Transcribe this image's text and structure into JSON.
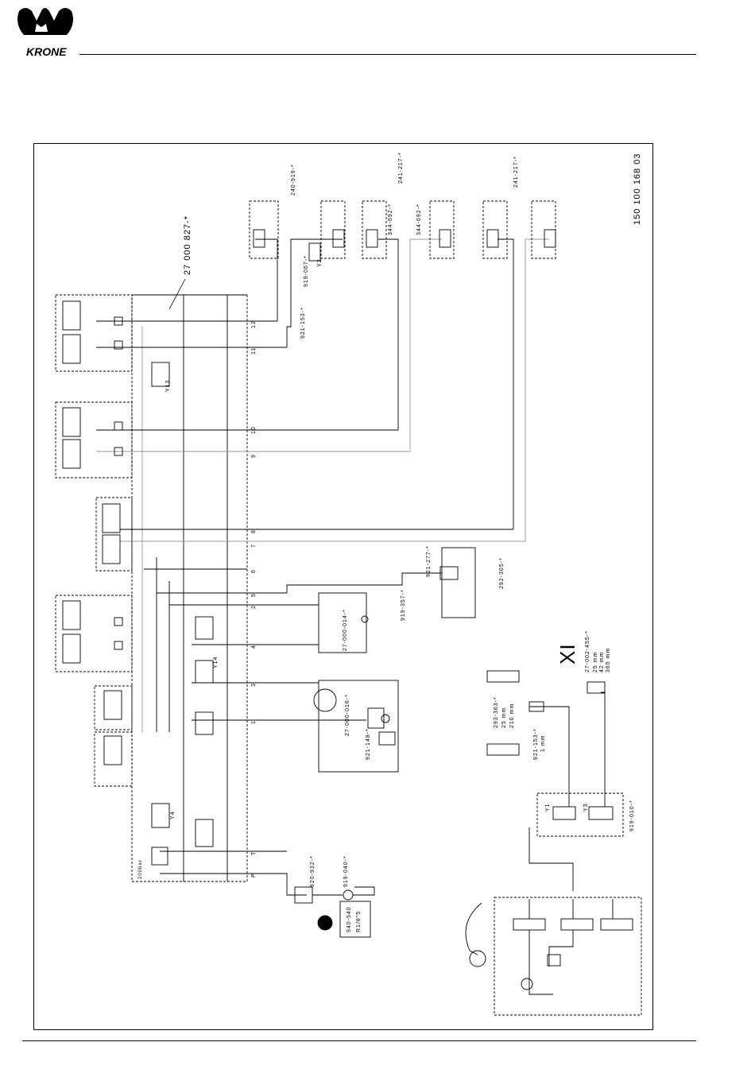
{
  "brand": {
    "name": "KRONE"
  },
  "drawing_number": "150 100 168 03",
  "labels": {
    "main_block": "27 000 827-*",
    "cyl1": "240-919-*",
    "cyl2": "241-217-*",
    "cyl3": "241-217-*",
    "cyl_sub1": "344-692-*",
    "cyl_sub2": "344-692-*",
    "valve_919067": "919-067-*",
    "valve_921153": "921-153-*",
    "valve_921277": "921-277-*",
    "valve_919357": "919-357-*",
    "part_292305": "292-305-*",
    "motor_27000016": "27-000-016-*",
    "motor_27000014": "27-000-014-*",
    "valve_921148": "921-148-*",
    "valve_920932": "920-932-*",
    "valve_919040": "919-040-*",
    "box_line1": "940-540",
    "box_line2": "R1/8\"5",
    "cutter_num": "XI",
    "cutter_part": "27-002-455-*",
    "cutter_dims": [
      "25 mm",
      "42 mm",
      "365 mm"
    ],
    "part_293363": "293-363-*",
    "part_293363_dims": [
      "25 mm",
      "210 mm"
    ],
    "valve_921153b": "921-153-*",
    "valve_921153b_dim": "1 mm",
    "valve_919010": "919-010-*",
    "pressure": "200bar",
    "ports_numbers": [
      "12",
      "11",
      "10",
      "9",
      "8",
      "7",
      "6",
      "5",
      "2",
      "4",
      "3",
      "1",
      "T",
      "P"
    ],
    "y_labels": [
      "Y13",
      "Y14",
      "Y4",
      "Y1",
      "Y3",
      "Y2"
    ]
  }
}
